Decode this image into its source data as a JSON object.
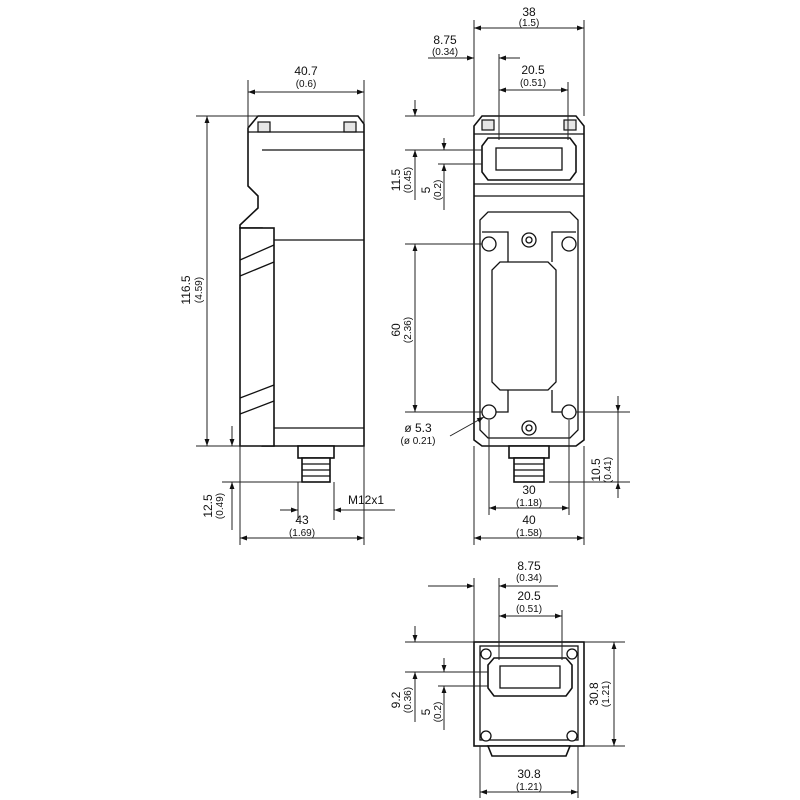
{
  "dimensions": {
    "side_width": {
      "value": "40.7",
      "inch": "(0.6)"
    },
    "side_height": {
      "value": "116.5",
      "inch": "(4.59)"
    },
    "side_plug": {
      "value": "12.5",
      "inch": "(0.49)"
    },
    "side_thread": {
      "value": "M12x1"
    },
    "side_base": {
      "value": "43",
      "inch": "(1.69)"
    },
    "front_width_top": {
      "value": "38",
      "inch": "(1.5)"
    },
    "front_offset": {
      "value": "8.75",
      "inch": "(0.34)"
    },
    "front_window": {
      "value": "20.5",
      "inch": "(0.51)"
    },
    "front_head": {
      "value": "11.5",
      "inch": "(0.45)"
    },
    "front_window_h": {
      "value": "5",
      "inch": "(0.2)"
    },
    "front_holes": {
      "value": "60",
      "inch": "(2.36)"
    },
    "front_hole_dia": {
      "value": "ø 5.3",
      "inch": "(ø 0.21)"
    },
    "front_hole_spacing": {
      "value": "30",
      "inch": "(1.18)"
    },
    "front_width": {
      "value": "40",
      "inch": "(1.58)"
    },
    "front_bottom": {
      "value": "10.5",
      "inch": "(0.41)"
    },
    "top_offset": {
      "value": "8.75",
      "inch": "(0.34)"
    },
    "top_window": {
      "value": "20.5",
      "inch": "(0.51)"
    },
    "top_head": {
      "value": "9.2",
      "inch": "(0.36)"
    },
    "top_window_h": {
      "value": "5",
      "inch": "(0.2)"
    },
    "top_height": {
      "value": "30.8",
      "inch": "(1.21)"
    },
    "top_width": {
      "value": "30.8",
      "inch": "(1.21)"
    }
  }
}
